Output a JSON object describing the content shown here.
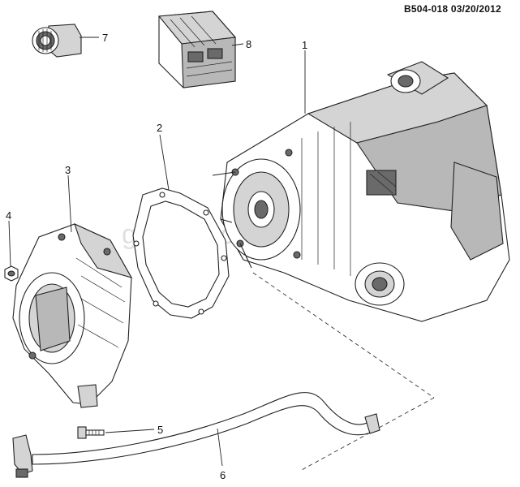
{
  "header": {
    "ref_code": "B504-018  03/20/2012"
  },
  "watermark": "gmsmacaru",
  "callouts": [
    {
      "id": "1",
      "label": "1"
    },
    {
      "id": "2",
      "label": "2"
    },
    {
      "id": "3",
      "label": "3"
    },
    {
      "id": "4",
      "label": "4"
    },
    {
      "id": "5",
      "label": "5"
    },
    {
      "id": "6",
      "label": "6"
    },
    {
      "id": "7",
      "label": "7"
    },
    {
      "id": "8",
      "label": "8"
    }
  ],
  "parts": [
    {
      "callout": "1",
      "icon": "transfer-case-assembly"
    },
    {
      "callout": "2",
      "icon": "gasket"
    },
    {
      "callout": "3",
      "icon": "adapter-housing"
    },
    {
      "callout": "4",
      "icon": "nut"
    },
    {
      "callout": "5",
      "icon": "bolt"
    },
    {
      "callout": "6",
      "icon": "vent-hose"
    },
    {
      "callout": "7",
      "icon": "selector-switch"
    },
    {
      "callout": "8",
      "icon": "control-module"
    }
  ]
}
